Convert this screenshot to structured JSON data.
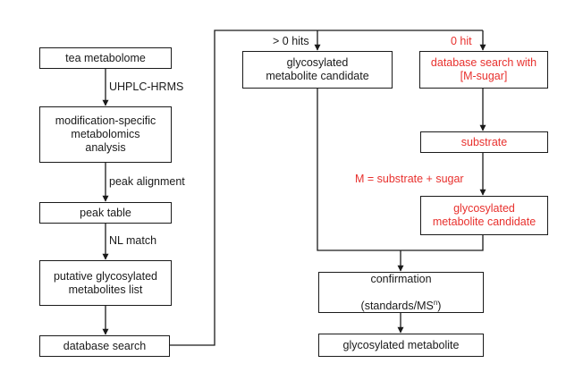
{
  "colors": {
    "line": "#1a1a1a",
    "highlight": "#e8312e"
  },
  "left_column": {
    "tea_metabolome": "tea metabolome",
    "uhplc_label": "UHPLC-HRMS",
    "modification_analysis": "modification-specific\nmetabolomics\nanalysis",
    "peak_alignment_label": "peak alignment",
    "peak_table": "peak table",
    "nl_match_label": "NL match",
    "putative_list": "putative glycosylated\nmetabolites list",
    "database_search": "database  search"
  },
  "branch_hits": {
    "label": "> 0 hits",
    "candidate": "glycosylated\nmetabolite candidate"
  },
  "branch_zero": {
    "label": "0 hit",
    "db_search_sugar": "database search with\n[M-sugar]",
    "substrate": "substrate",
    "equation_label": "M = substrate + sugar",
    "candidate": "glycosylated\nmetabolite candidate"
  },
  "bottom": {
    "confirmation_line1": "confirmation",
    "confirmation_prefix": "(standards/MS",
    "confirmation_sup": "n",
    "confirmation_suffix": ")",
    "final": "glycosylated metabolite"
  }
}
